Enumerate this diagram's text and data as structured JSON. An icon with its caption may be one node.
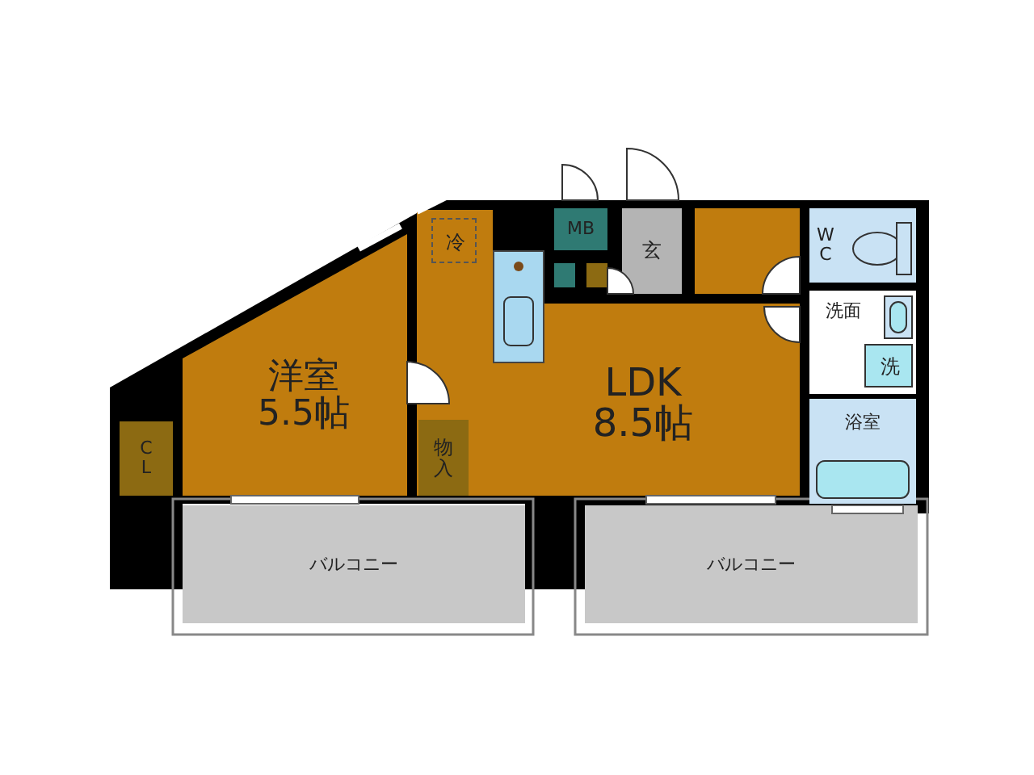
{
  "diagram": {
    "nodes": [
      {
        "text": [
          "洋室",
          "5.5帖"
        ]
      },
      {
        "text": [
          "C L"
        ]
      },
      {
        "text": [
          "物入"
        ],
        "in": 3
      },
      {
        "text": [
          "LDK",
          "8.5帖"
        ]
      },
      {
        "text": [
          "冷"
        ],
        "in": 3
      },
      {
        "text": [
          "MB"
        ]
      },
      {
        "text": [
          "玄"
        ]
      },
      {
        "text": [],
        "shape": "box"
      },
      {
        "text": [
          "W C"
        ]
      },
      {
        "text": [
          "洗面"
        ]
      },
      {
        "text": [
          "洗"
        ],
        "in": 9
      },
      {
        "text": [
          "浴室"
        ]
      },
      {
        "text": [
          "バルコニー"
        ]
      },
      {
        "text": [
          "バルコニー"
        ]
      }
    ]
  }
}
